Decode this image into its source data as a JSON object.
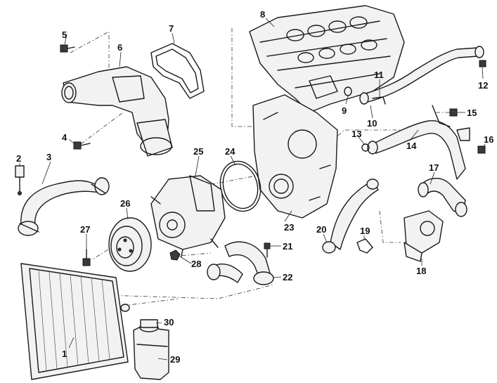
{
  "callouts": [
    {
      "id": "1",
      "label": "1"
    },
    {
      "id": "2",
      "label": "2"
    },
    {
      "id": "3",
      "label": "3"
    },
    {
      "id": "4",
      "label": "4"
    },
    {
      "id": "5",
      "label": "5"
    },
    {
      "id": "6",
      "label": "6"
    },
    {
      "id": "7",
      "label": "7"
    },
    {
      "id": "8",
      "label": "8"
    },
    {
      "id": "9",
      "label": "9"
    },
    {
      "id": "10",
      "label": "10"
    },
    {
      "id": "11",
      "label": "11"
    },
    {
      "id": "12",
      "label": "12"
    },
    {
      "id": "13",
      "label": "13"
    },
    {
      "id": "14",
      "label": "14"
    },
    {
      "id": "15",
      "label": "15"
    },
    {
      "id": "16",
      "label": "16"
    },
    {
      "id": "17",
      "label": "17"
    },
    {
      "id": "18",
      "label": "18"
    },
    {
      "id": "19",
      "label": "19"
    },
    {
      "id": "20",
      "label": "20"
    },
    {
      "id": "21",
      "label": "21"
    },
    {
      "id": "22",
      "label": "22"
    },
    {
      "id": "23",
      "label": "23"
    },
    {
      "id": "24",
      "label": "24"
    },
    {
      "id": "25",
      "label": "25"
    },
    {
      "id": "26",
      "label": "26"
    },
    {
      "id": "27",
      "label": "27"
    },
    {
      "id": "28",
      "label": "28"
    },
    {
      "id": "29",
      "label": "29"
    },
    {
      "id": "30",
      "label": "30"
    }
  ],
  "colors": {
    "line": "#1a1a1a",
    "fill": "#f2f2f2",
    "background": "#ffffff"
  }
}
